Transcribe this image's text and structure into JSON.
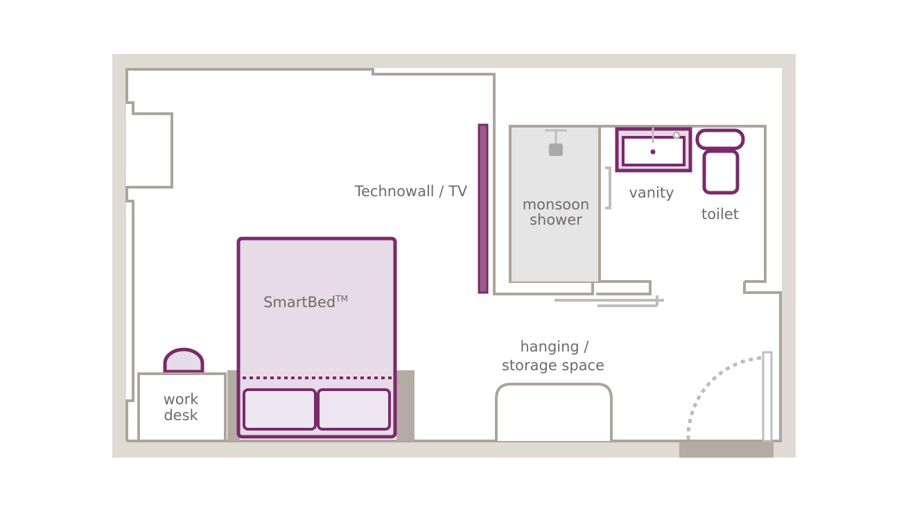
{
  "labels": {
    "technowall": "Technowall / TV",
    "smartbed": "SmartBed",
    "trademark": "TM",
    "monsoon": "monsoon",
    "shower": "shower",
    "vanity": "vanity",
    "toilet": "toilet",
    "hanging": "hanging /",
    "storage": "storage space",
    "work": "work",
    "desk": "desk"
  },
  "colors": {
    "outer_wall": "#e0dad5",
    "wall_line": "#aca59d",
    "furniture_accent": "#7a2a6a",
    "bed_fill": "#e7dbe8",
    "pillow_fill": "#ede5ef",
    "shower_fill": "#e5e5e5",
    "fixture_grey": "#bdbdbd",
    "text": "#6e6a69"
  }
}
